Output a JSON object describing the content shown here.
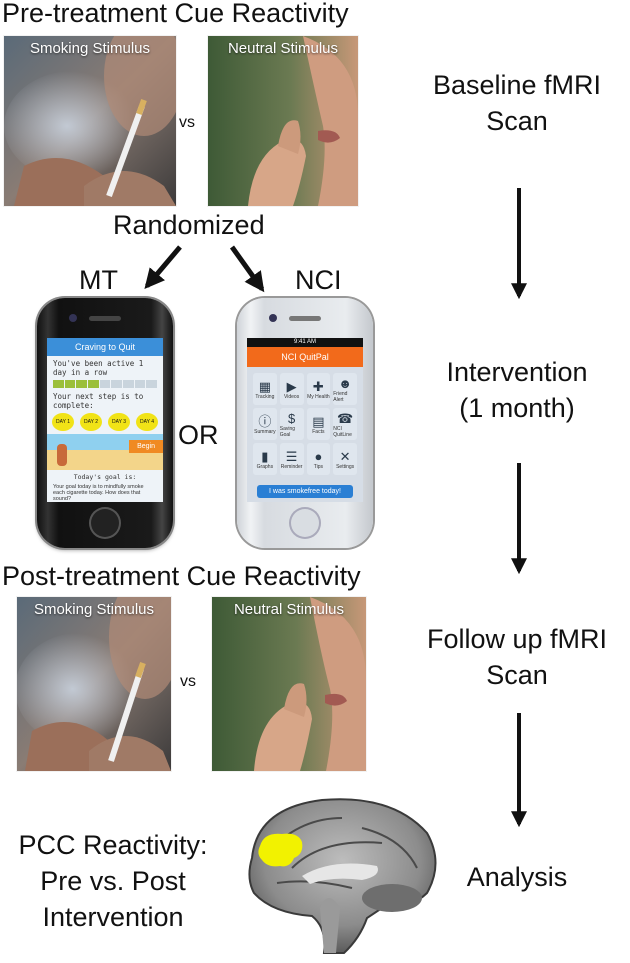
{
  "pre": {
    "title": "Pre-treatment Cue Reactivity",
    "smoking_label": "Smoking Stimulus",
    "neutral_label": "Neutral Stimulus",
    "vs": "vs"
  },
  "randomized": "Randomized",
  "arms": {
    "left": "MT",
    "right": "NCI",
    "or": "OR"
  },
  "mt_app": {
    "header": "Craving to Quit",
    "active_line": "You've been active 1 day in a row",
    "next_step": "Your next step is to complete:",
    "days": [
      "DAY 1",
      "DAY 2",
      "DAY 3",
      "DAY 4"
    ],
    "begin": "Begin",
    "goal_title": "Today's goal is:",
    "goal_text": "Your goal today is to mindfully smoke each cigarette today. How does that sound?"
  },
  "nci_app": {
    "status": "9:41 AM",
    "header": "NCI QuitPal",
    "tiles": [
      "Tracking",
      "Videos",
      "My Health",
      "Friend Alert",
      "Summary",
      "Saving Goal",
      "Facts",
      "NCI QuitLine",
      "Graphs",
      "Reminder",
      "Tips",
      "Settings"
    ],
    "button": "I was smokefree today!"
  },
  "post": {
    "title": "Post-treatment Cue Reactivity",
    "smoking_label": "Smoking Stimulus",
    "neutral_label": "Neutral Stimulus",
    "vs": "vs"
  },
  "stages": {
    "baseline_1": "Baseline fMRI",
    "baseline_2": "Scan",
    "intervention_1": "Intervention",
    "intervention_2": "(1 month)",
    "followup_1": "Follow up fMRI",
    "followup_2": "Scan",
    "analysis": "Analysis"
  },
  "pcc": {
    "line1": "PCC Reactivity:",
    "line2": "Pre vs. Post",
    "line3": "Intervention"
  },
  "colors": {
    "activation": "#f2f200",
    "arrow": "#111111"
  }
}
